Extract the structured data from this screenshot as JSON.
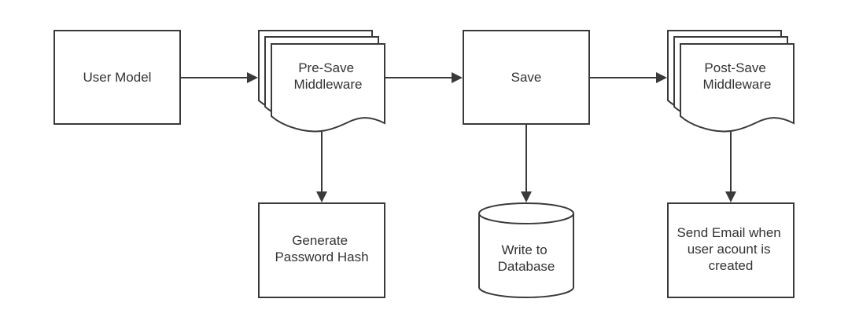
{
  "diagram": {
    "nodes": {
      "user_model": {
        "label": [
          "User Model"
        ]
      },
      "pre_save": {
        "label": [
          "Pre-Save",
          "Middleware"
        ]
      },
      "save": {
        "label": [
          "Save"
        ]
      },
      "post_save": {
        "label": [
          "Post-Save",
          "Middleware"
        ]
      },
      "password_hash": {
        "label": [
          "Generate",
          "Password Hash"
        ]
      },
      "database": {
        "label": [
          "Write to",
          "Database"
        ]
      },
      "send_email": {
        "label": [
          "Send Email when",
          "user acount is",
          "created"
        ]
      }
    },
    "edges": [
      {
        "from": "user_model",
        "to": "pre_save"
      },
      {
        "from": "pre_save",
        "to": "save"
      },
      {
        "from": "save",
        "to": "post_save"
      },
      {
        "from": "pre_save",
        "to": "password_hash"
      },
      {
        "from": "save",
        "to": "database"
      },
      {
        "from": "post_save",
        "to": "send_email"
      }
    ],
    "colors": {
      "stroke": "#3a3a3a",
      "fill": "#ffffff",
      "text": "#333333"
    }
  }
}
